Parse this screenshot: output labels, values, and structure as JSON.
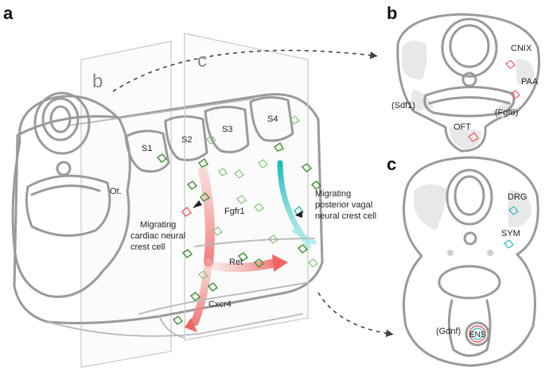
{
  "panels": {
    "a": "a",
    "b": "b",
    "c": "c"
  },
  "planes": {
    "b": "b",
    "c": "c"
  },
  "somites": [
    "S1",
    "S2",
    "S3",
    "S4"
  ],
  "labels": {
    "ot": "Ot.",
    "fgfr1": "Fgfr1",
    "ret": "Ret",
    "cxcr4": "Cxcr4",
    "cardiac": [
      "Migrating",
      "cardiac neural",
      "crest cell"
    ],
    "vagal": [
      "Migrating",
      "posterior vagal",
      "neural crest  cell"
    ]
  },
  "section_b": {
    "cnix": "CNIX",
    "paa": "PAA",
    "sdf1": "(Sdf1)",
    "fgf8": "(Fgf8)",
    "oft": "OFT"
  },
  "section_c": {
    "drg": "DRG",
    "sym": "SYM",
    "gdnf": "(Gdnf)",
    "ens": "ENS"
  },
  "colors": {
    "cardiac": "#f08a8a",
    "vagal": "#3ec6c6",
    "cell_green": "#3f8f32",
    "outline": "#9a9a9a"
  }
}
